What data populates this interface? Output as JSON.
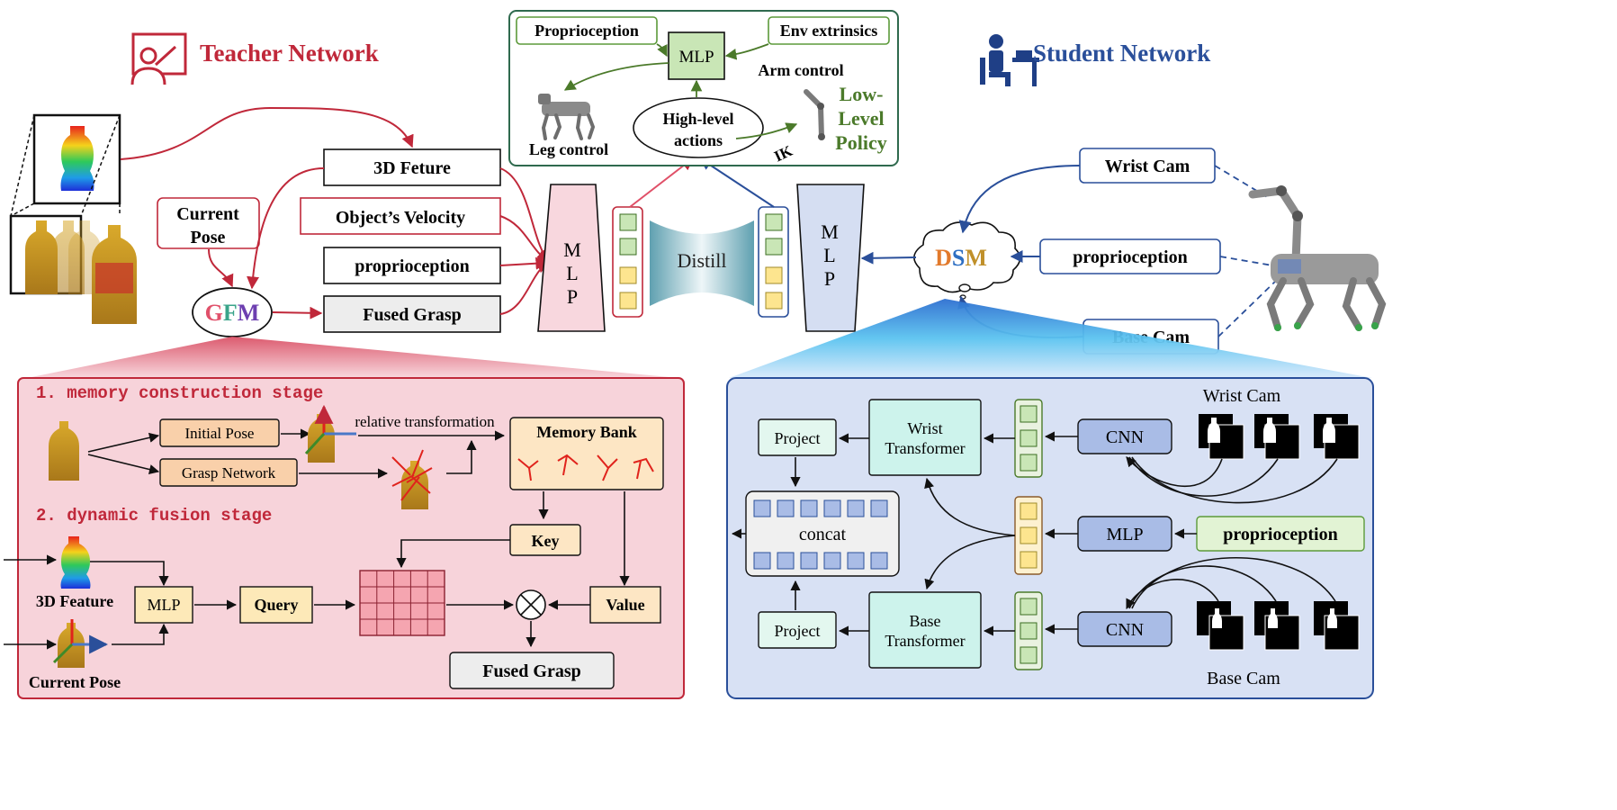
{
  "header": {
    "teacher_title": "Teacher Network",
    "student_title": "Student Network",
    "teacher_icon": "teacher-icon",
    "student_icon": "student-at-desk-icon"
  },
  "teacher": {
    "feature_3d": "3D Feture",
    "object_velocity": "Object’s Velocity",
    "proprioception": "proprioception",
    "fused_grasp": "Fused Grasp",
    "current_pose_line1": "Current",
    "current_pose_line2": "Pose",
    "gfm": [
      "G",
      "F",
      "M"
    ],
    "mlp_letters": [
      "M",
      "L",
      "P"
    ]
  },
  "center": {
    "distill": "Distill"
  },
  "low_level": {
    "proprioception": "Proprioception",
    "env_extrinsics": "Env extrinsics",
    "mlp": "MLP",
    "arm_control": "Arm control",
    "leg_control": "Leg control",
    "high_level_line1": "High-level",
    "high_level_line2": "actions",
    "ik": "IK",
    "policy_line1": "Low-",
    "policy_line2": "Level",
    "policy_line3": "Policy"
  },
  "student": {
    "wrist_cam": "Wrist Cam",
    "proprioception": "proprioception",
    "base_cam": "Base Cam",
    "dsm": [
      "D",
      "S",
      "M"
    ],
    "mlp_letters": [
      "M",
      "L",
      "P"
    ]
  },
  "gfm_detail": {
    "stage1": "1. memory construction stage",
    "stage2": "2. dynamic fusion stage",
    "initial_pose": "Initial Pose",
    "grasp_network": "Grasp Network",
    "relative_transformation": "relative transformation",
    "memory_bank": "Memory Bank",
    "key": "Key",
    "value": "Value",
    "query": "Query",
    "mlp": "MLP",
    "feature_3d": "3D Feature",
    "current_pose": "Current Pose",
    "fused_grasp": "Fused Grasp"
  },
  "dsm_detail": {
    "project_top": "Project",
    "project_bottom": "Project",
    "wrist_transformer_line1": "Wrist",
    "wrist_transformer_line2": "Transformer",
    "base_transformer_line1": "Base",
    "base_transformer_line2": "Transformer",
    "cnn_top": "CNN",
    "cnn_bottom": "CNN",
    "mlp": "MLP",
    "proprioception": "proprioception",
    "concat": "concat",
    "wrist_cam": "Wrist Cam",
    "base_cam": "Base Cam"
  },
  "colors": {
    "teacher_red": "#c0283a",
    "student_blue": "#2a4f9a",
    "policy_green": "#4b7a2a",
    "red_panel": "#f7d3da",
    "blue_panel": "#d8e1f4"
  }
}
